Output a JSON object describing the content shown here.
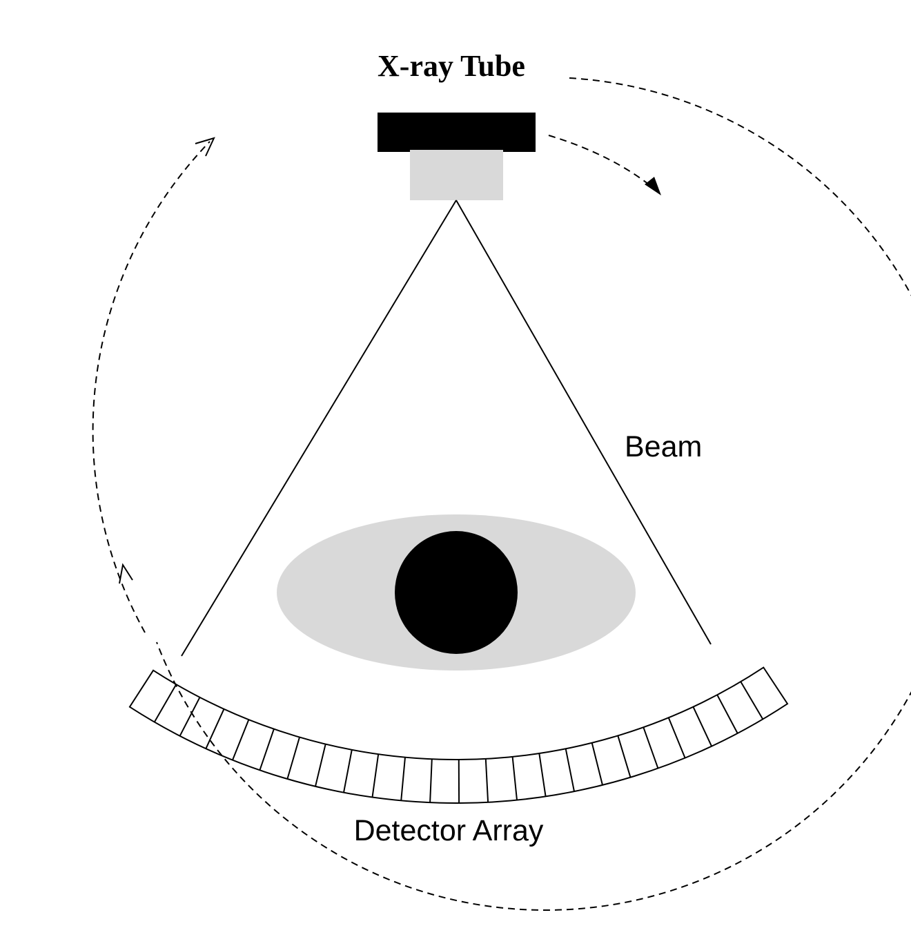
{
  "labels": {
    "tube": "X-ray Tube",
    "beam": "Beam",
    "detector": "Detector Array"
  },
  "detector": {
    "element_count": 24
  },
  "colors": {
    "housing": "#000000",
    "window": "#d9d9d9",
    "body": "#d9d9d9",
    "object": "#000000",
    "line": "#000000",
    "background": "#ffffff"
  }
}
